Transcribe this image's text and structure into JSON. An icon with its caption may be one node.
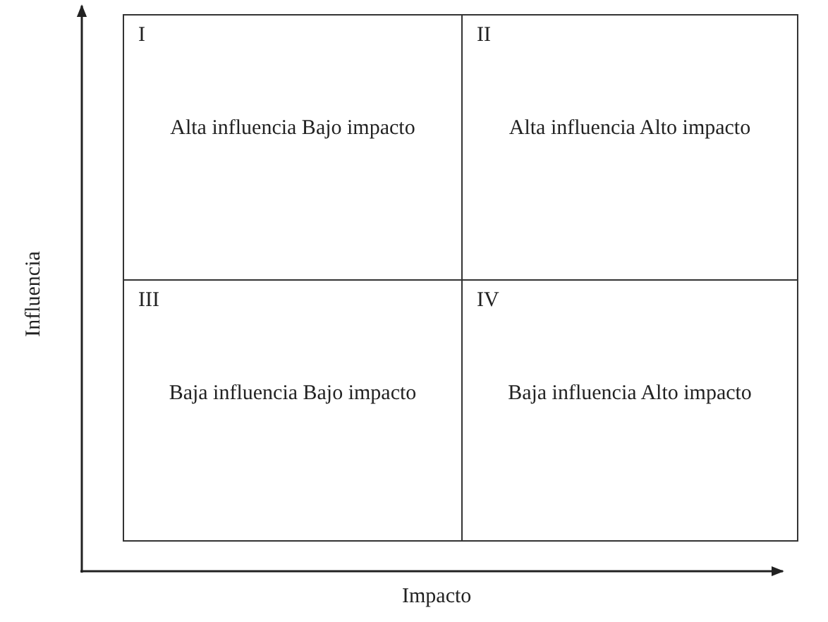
{
  "diagram": {
    "nodes": [
      {
        "text": [
          "I",
          "Alta influencia Bajo impacto"
        ]
      },
      {
        "text": [
          "II",
          "Alta influencia Alto impacto"
        ]
      },
      {
        "text": [
          "III",
          "Baja influencia Bajo impacto"
        ]
      },
      {
        "text": [
          "IV",
          "Baja influencia Alto impacto"
        ]
      }
    ],
    "labels": [
      "Influencia",
      "Impacto"
    ]
  }
}
